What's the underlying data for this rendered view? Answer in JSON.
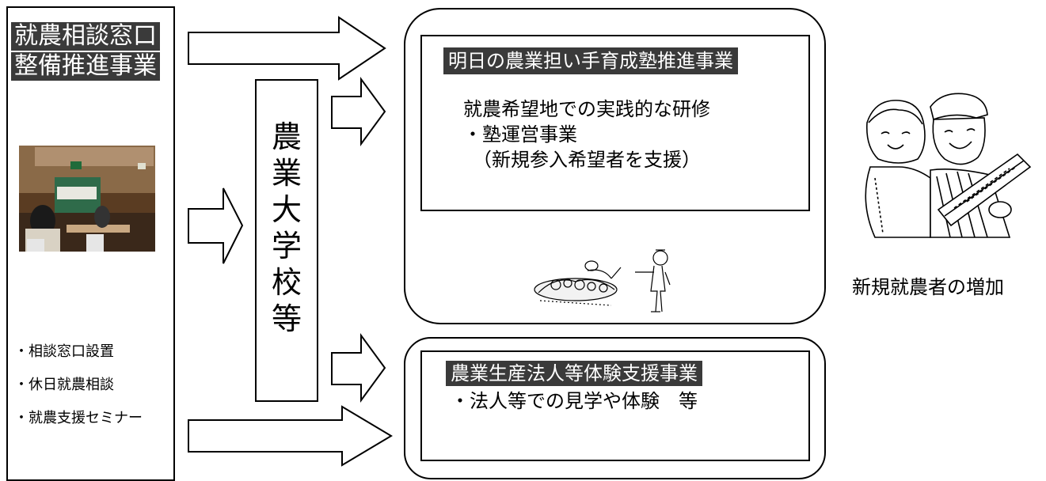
{
  "left_panel": {
    "title_lines": [
      "就農相談窓口",
      "整備推進事業"
    ],
    "bullets": [
      "・相談窓口設置",
      "・休日就農相談",
      "・就農支援セミナー"
    ]
  },
  "vertical_box": {
    "chars": [
      "農",
      "業",
      "大",
      "学",
      "校",
      "等"
    ]
  },
  "top_program": {
    "title": "明日の農業担い手育成塾推進事業",
    "line1": "就農希望地での実践的な研修",
    "line2": "・塾運営事業",
    "line3": "（新規参入希望者を支援）"
  },
  "bottom_program": {
    "title": "農業生産法人等体験支援事業",
    "line1": "・法人等での見学や体験　等"
  },
  "result": {
    "caption": "新規就農者の増加"
  }
}
